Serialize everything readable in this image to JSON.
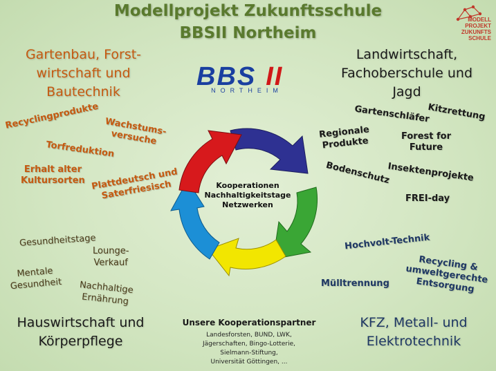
{
  "title": {
    "line1": "Modellprojekt Zukunftsschule",
    "line2": "BBSII Northeim"
  },
  "logo": {
    "brand_main": "BBS",
    "brand_numeral": "II",
    "brand_sub": "NORTHEIM",
    "corner_l1": "MODELL",
    "corner_l2": "PROJEKT",
    "corner_l3": "ZUKUNFTS",
    "corner_l4": "SCHULE"
  },
  "center": {
    "line1": "Kooperationen",
    "line2": "Nachhaltigkeitstage",
    "line3": "Netzwerken"
  },
  "top_left": {
    "heading_l1": "Gartenbau, Forst-",
    "heading_l2": "wirtschaft und",
    "heading_l3": "Bautechnik",
    "k1": "Recyclingprodukte",
    "k2_l1": "Wachstums-",
    "k2_l2": "versuche",
    "k3": "Torfreduktion",
    "k4_l1": "Erhalt alter",
    "k4_l2": "Kultursorten",
    "k5_l1": "Plattdeutsch und",
    "k5_l2": "Saterfriesisch"
  },
  "top_right": {
    "heading_l1": "Landwirtschaft,",
    "heading_l2": "Fachoberschule und",
    "heading_l3": "Jagd",
    "k1": "Kitzrettung",
    "k2": "Gartenschläfer",
    "k3_l1": "Regionale",
    "k3_l2": "Produkte",
    "k4_l1": "Forest for",
    "k4_l2": "Future",
    "k5": "Insektenprojekte",
    "k6": "Bodenschutz",
    "k7": "FREI-day"
  },
  "bottom_left": {
    "heading_l1": "Hauswirtschaft und",
    "heading_l2": "Körperpflege",
    "k1": "Gesundheitstage",
    "k2_l1": "Lounge-",
    "k2_l2": "Verkauf",
    "k3_l1": "Mentale",
    "k3_l2": "Gesundheit",
    "k4_l1": "Nachhaltige",
    "k4_l2": "Ernährung"
  },
  "bottom_right": {
    "heading_l1": "KFZ, Metall- und",
    "heading_l2": "Elektrotechnik",
    "k1": "Hochvolt-Technik",
    "k2_l1": "Recycling &",
    "k2_l2": "umweltgerechte",
    "k2_l3": "Entsorgung",
    "k3": "Mülltrennung"
  },
  "partners": {
    "title": "Unsere Kooperationspartner",
    "l1": "Landesforsten, BUND, LWK,",
    "l2": "Jägerschaften, Bingo-Lotterie,",
    "l3": "Sielmann-Stiftung,",
    "l4": "Universität Göttingen, ..."
  },
  "colors": {
    "background": "#d3e6c2",
    "title_green": "#5a7a2e",
    "orange": "#c55a11",
    "navy": "#1f3864",
    "arrow_navy": "#2e3192",
    "arrow_green": "#3aa635",
    "arrow_yellow": "#f2e600",
    "arrow_blue": "#1c8fd6",
    "arrow_red": "#d7191c"
  },
  "icons": {
    "corner_logo": "molecule-network-icon",
    "cycle": "circular-arrows-icon"
  }
}
